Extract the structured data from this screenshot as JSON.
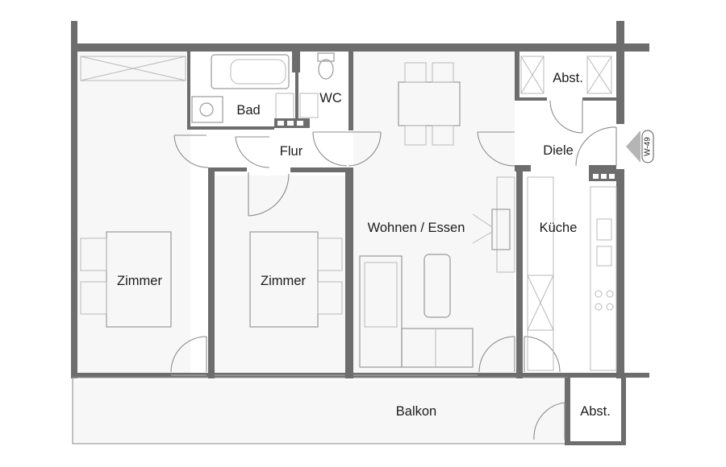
{
  "rooms": {
    "bad": "Bad",
    "wc": "WC",
    "flur": "Flur",
    "wohnen": "Wohnen / Essen",
    "abst_top": "Abst.",
    "diele": "Diele",
    "kueche": "Küche",
    "zimmer_left": "Zimmer",
    "zimmer_mid": "Zimmer",
    "balkon": "Balkon",
    "abst_bottom": "Abst."
  },
  "entrance": {
    "tag": "W-49",
    "arrow_icon": "entrance-arrow-icon"
  },
  "colors": {
    "wall": "#6d6d6d",
    "fixture": "#9a9a9a",
    "floor": "#f7f7f7"
  }
}
